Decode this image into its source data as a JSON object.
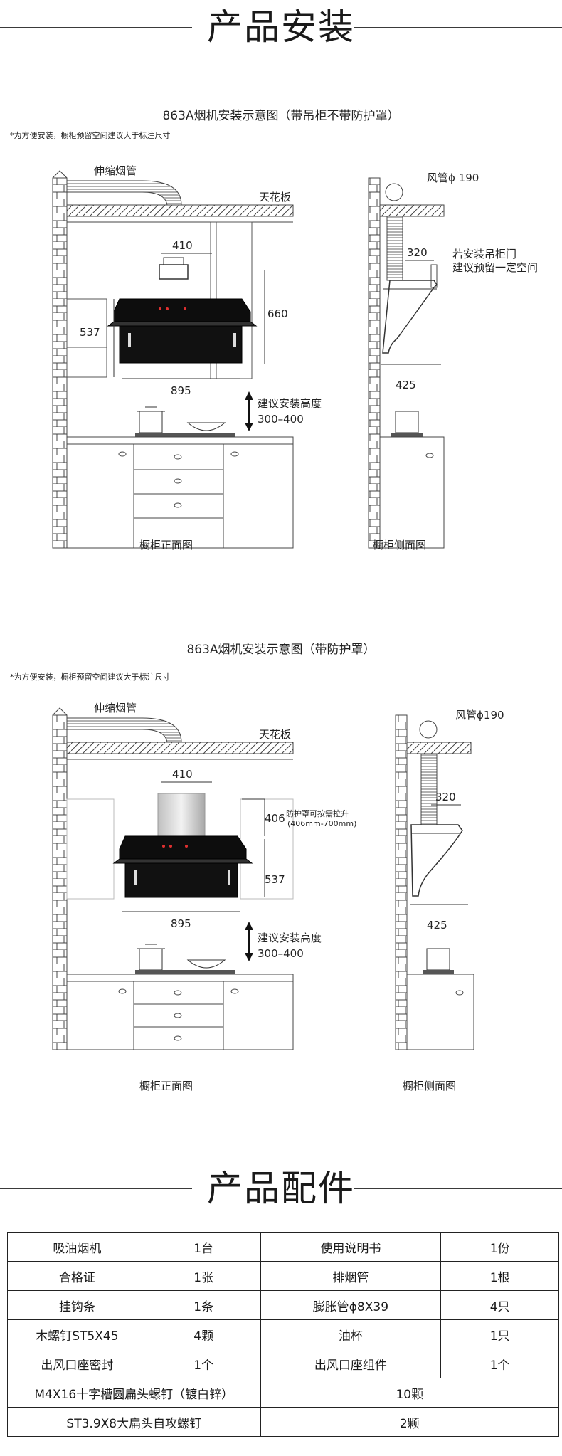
{
  "install_section": {
    "title": "产品安装"
  },
  "diagram_a": {
    "title": "863A烟机安装示意图（带吊柜不带防护罩）",
    "note": "*为方便安装，橱柜预留空间建议大于标注尺寸",
    "front": {
      "duct_label": "伸缩烟管",
      "ceiling_label": "天花板",
      "dim_410": "410",
      "dim_660": "660",
      "dim_537": "537",
      "dim_895": "895",
      "height_label": "建议安装高度",
      "height_range": "300–400",
      "caption": "橱柜正面图"
    },
    "side": {
      "pipe_label": "风管ϕ 190",
      "dim_320": "320",
      "door_note_1": "若安装吊柜门",
      "door_note_2": "建议预留一定空间",
      "dim_425": "425",
      "caption": "橱柜侧面图"
    }
  },
  "diagram_b": {
    "title": "863A烟机安装示意图（带防护罩）",
    "note": "*为方便安装，橱柜预留空间建议大于标注尺寸",
    "front": {
      "duct_label": "伸缩烟管",
      "ceiling_label": "天花板",
      "dim_410": "410",
      "dim_406": "406",
      "cover_note": "防护罩可按需拉升",
      "cover_range": "(406mm-700mm)",
      "dim_537": "537",
      "dim_895": "895",
      "height_label": "建议安装高度",
      "height_range": "300–400",
      "caption": "橱柜正面图"
    },
    "side": {
      "pipe_label": "风管ϕ190",
      "dim_320": "320",
      "dim_425": "425",
      "caption": "橱柜侧面图"
    }
  },
  "accessories_section": {
    "title": "产品配件"
  },
  "accessories": {
    "rows": [
      [
        "吸油烟机",
        "1台",
        "使用说明书",
        "1份"
      ],
      [
        "合格证",
        "1张",
        "排烟管",
        "1根"
      ],
      [
        "挂钩条",
        "1条",
        "膨胀管ϕ8X39",
        "4只"
      ],
      [
        "木螺钉ST5X45",
        "4颗",
        "油杯",
        "1只"
      ],
      [
        "出风口座密封",
        "1个",
        "出风口座组件",
        "1个"
      ]
    ],
    "wide_rows": [
      [
        "M4X16十字槽圆扁头螺钉（镀白锌）",
        "10颗"
      ],
      [
        "ST3.9X8大扁头自攻螺钉",
        "2颗"
      ]
    ]
  }
}
